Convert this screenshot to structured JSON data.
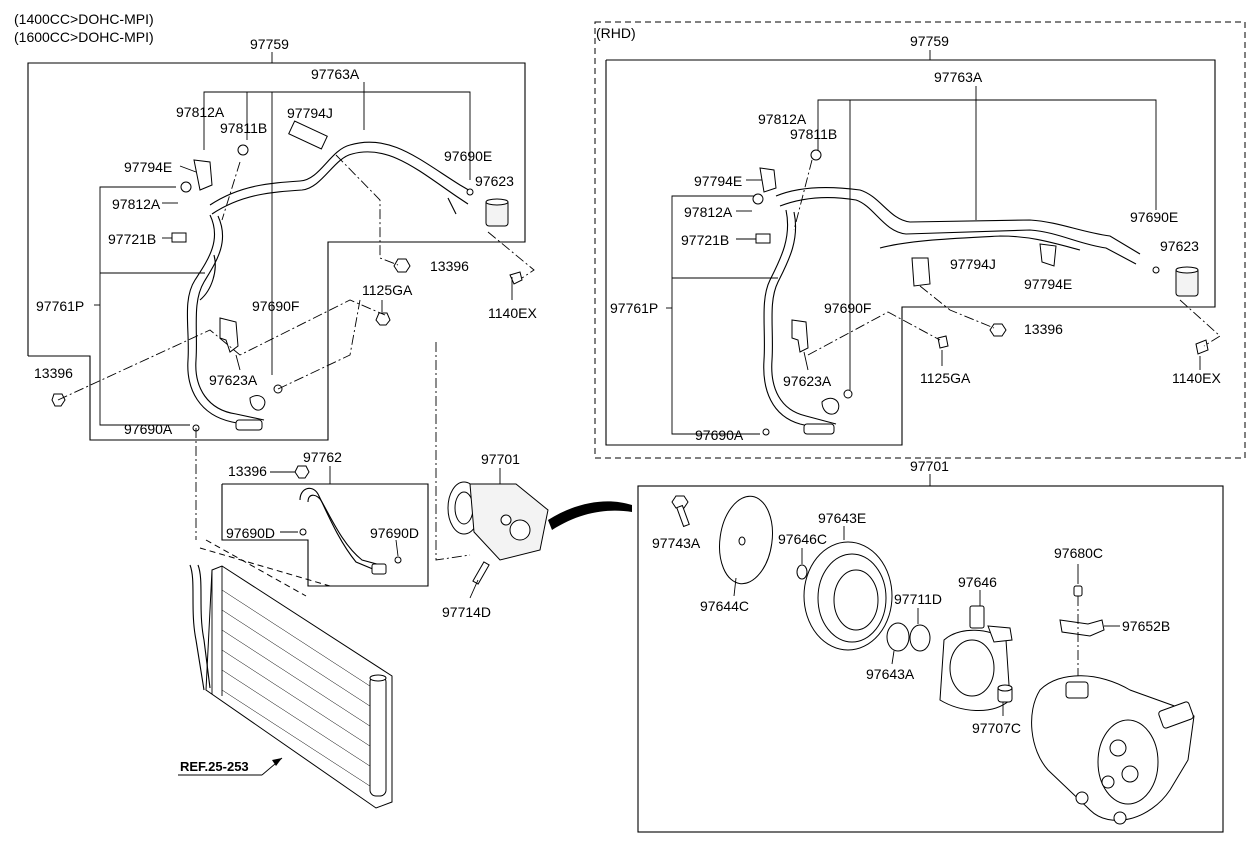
{
  "engine_notes": [
    "(1400CC>DOHC-MPI)",
    "(1600CC>DOHC-MPI)"
  ],
  "rhd_label": "(RHD)",
  "ref_label": "REF.25-253",
  "left_labels": {
    "l97759": "97759",
    "l97763A": "97763A",
    "l97812A_1": "97812A",
    "l97811B": "97811B",
    "l97794J": "97794J",
    "l97690E": "97690E",
    "l97794E": "97794E",
    "l97623": "97623",
    "l97812A_2": "97812A",
    "l97721B": "97721B",
    "l13396_1": "13396",
    "l1140EX": "1140EX",
    "l97761P": "97761P",
    "l97690F": "97690F",
    "l1125GA": "1125GA",
    "l13396_2": "13396",
    "l97623A": "97623A",
    "l97690A": "97690A"
  },
  "mid_labels": {
    "l13396": "13396",
    "l97762": "97762",
    "l97701": "97701",
    "l97690D_1": "97690D",
    "l97690D_2": "97690D",
    "l97714D": "97714D"
  },
  "rhd_labels": {
    "l97759": "97759",
    "l97763A": "97763A",
    "l97812A_1": "97812A",
    "l97811B": "97811B",
    "l97794E_1": "97794E",
    "l97812A_2": "97812A",
    "l97721B": "97721B",
    "l97690E": "97690E",
    "l97623": "97623",
    "l97794J": "97794J",
    "l97794E_2": "97794E",
    "l97761P": "97761P",
    "l97690F": "97690F",
    "l13396": "13396",
    "l1125GA": "1125GA",
    "l97623A": "97623A",
    "l1140EX": "1140EX",
    "l97690A": "97690A"
  },
  "compressor_labels": {
    "l97701": "97701",
    "l97743A": "97743A",
    "l97643E": "97643E",
    "l97646C": "97646C",
    "l97644C": "97644C",
    "l97711D": "97711D",
    "l97646": "97646",
    "l97680C": "97680C",
    "l97652B": "97652B",
    "l97643A": "97643A",
    "l97707C": "97707C"
  }
}
